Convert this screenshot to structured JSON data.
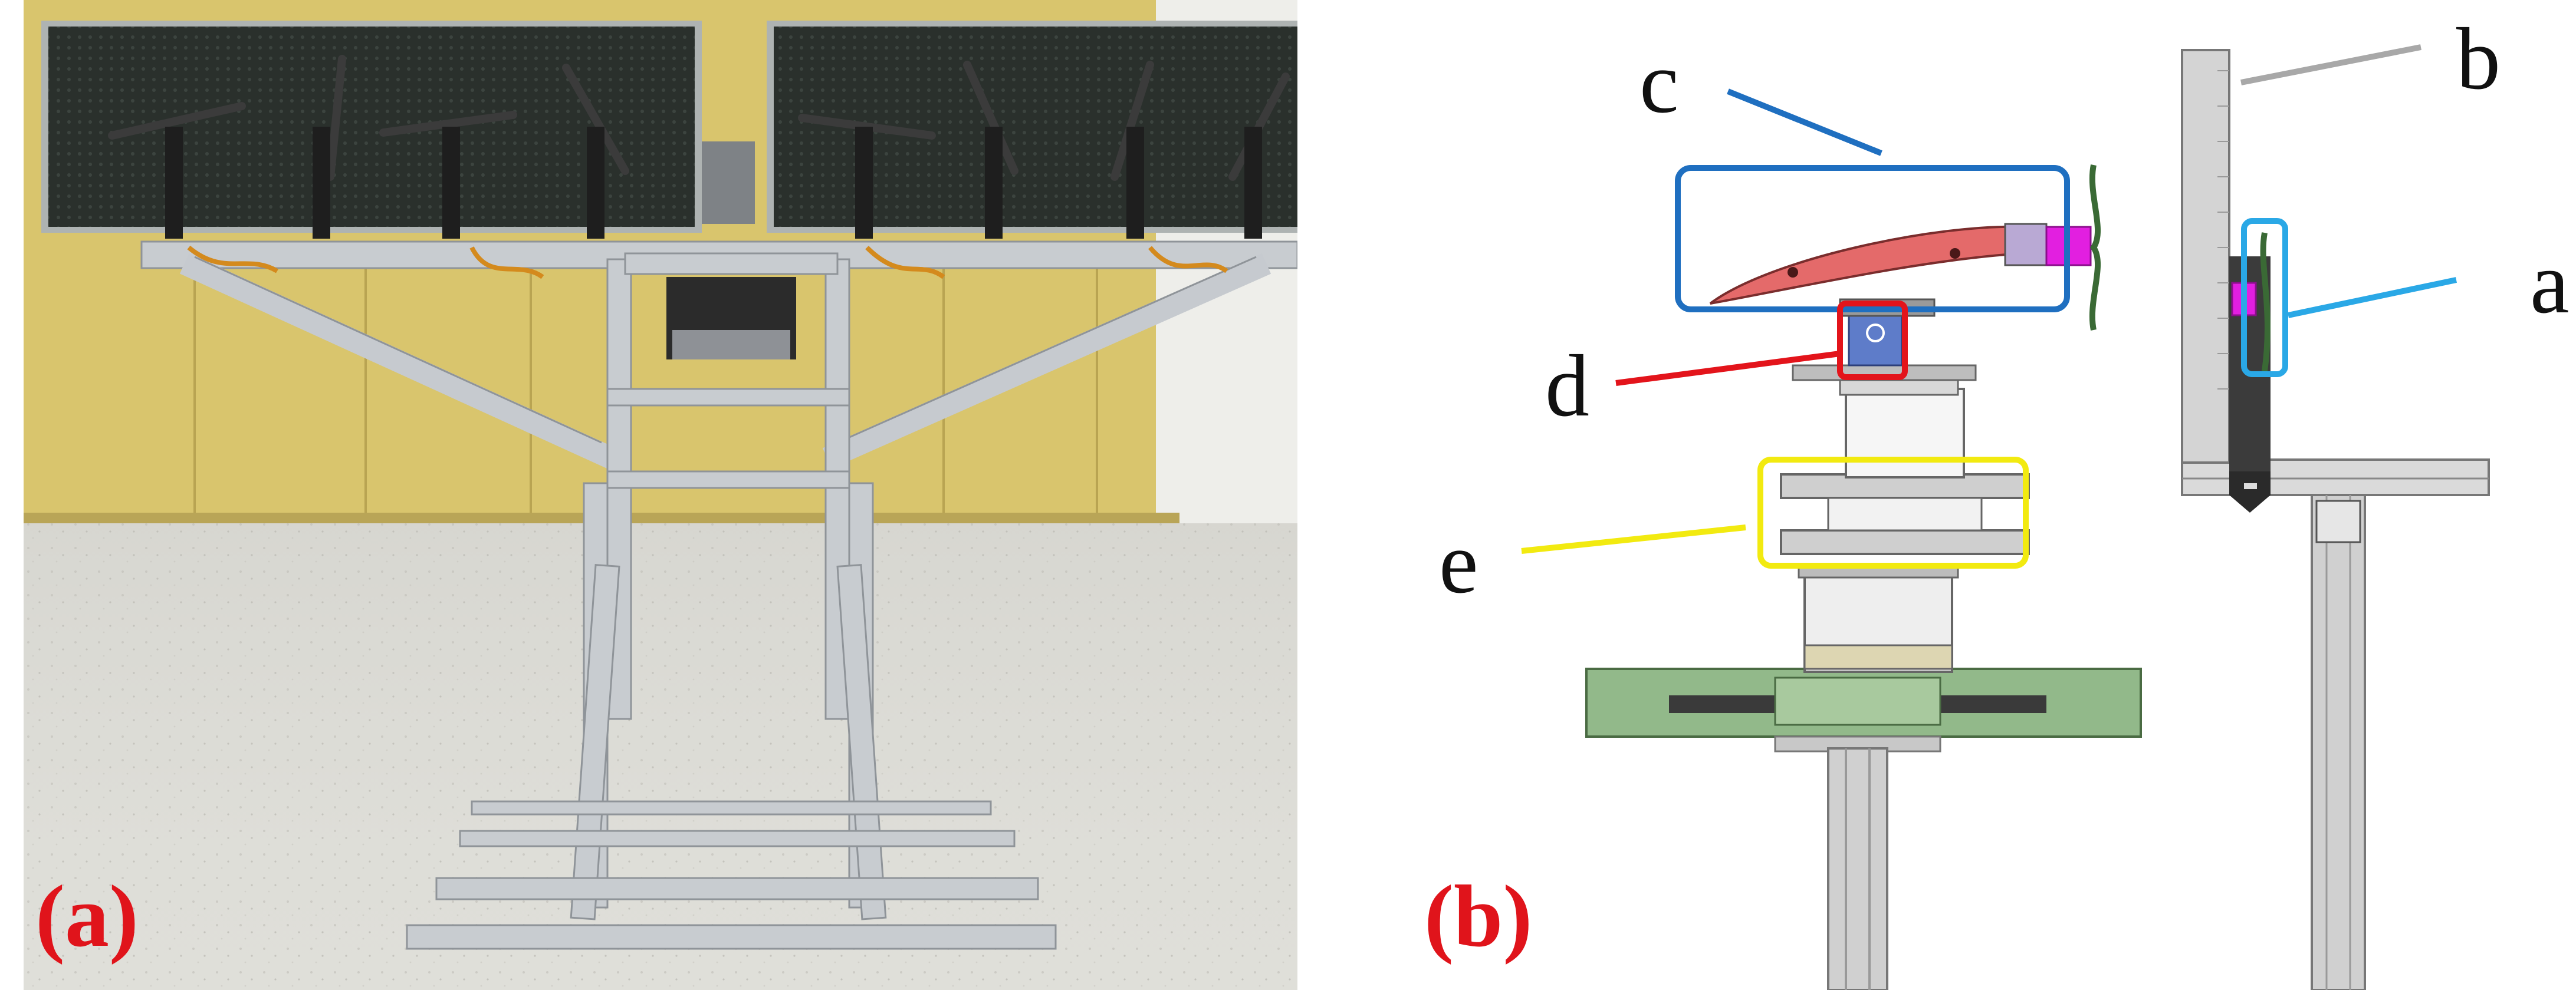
{
  "figure": {
    "panel_a": {
      "tag": "(a)"
    },
    "panel_b": {
      "tag": "(b)",
      "callouts": [
        {
          "letter": "c",
          "color": "#1f6fc0"
        },
        {
          "letter": "b",
          "color": "#a8a8a8"
        },
        {
          "letter": "a",
          "color": "#2aa8e6"
        },
        {
          "letter": "d",
          "color": "#e3141b"
        },
        {
          "letter": "e",
          "color": "#f2ea10"
        }
      ]
    }
  },
  "colors": {
    "tag": "#e0141b",
    "aluminium": "#c9cdd1",
    "wing": "#e46a6a",
    "motor": "#e21fe0",
    "base": "#92b98a",
    "panel": "#2e3430",
    "wall": "#d8c36a"
  }
}
